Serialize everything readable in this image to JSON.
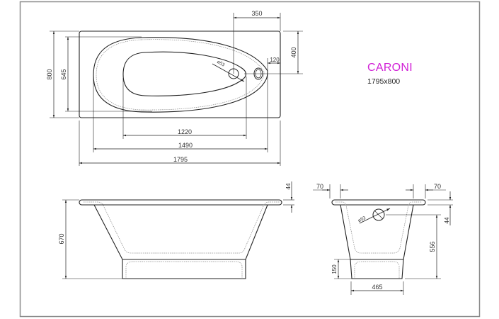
{
  "product": {
    "name": "CARONI",
    "size": "1795x800",
    "name_color": "#d11fd6"
  },
  "top_view": {
    "dimensions": {
      "overall_length": "1795",
      "outer_basin_length": "1490",
      "inner_basin_length": "1220",
      "overall_width": "800",
      "basin_width": "645",
      "drain_from_end": "350",
      "drain_from_side": "400",
      "overflow_offset": "120",
      "drain_diameter": "ø53"
    }
  },
  "side_view": {
    "dimensions": {
      "height": "670",
      "rim_thickness": "44"
    }
  },
  "end_view": {
    "dimensions": {
      "rim_left": "70",
      "rim_right": "70",
      "rim_thickness": "44",
      "drain_height": "556",
      "base_height": "150",
      "base_width": "465",
      "drain_diameter": "ø53"
    }
  }
}
